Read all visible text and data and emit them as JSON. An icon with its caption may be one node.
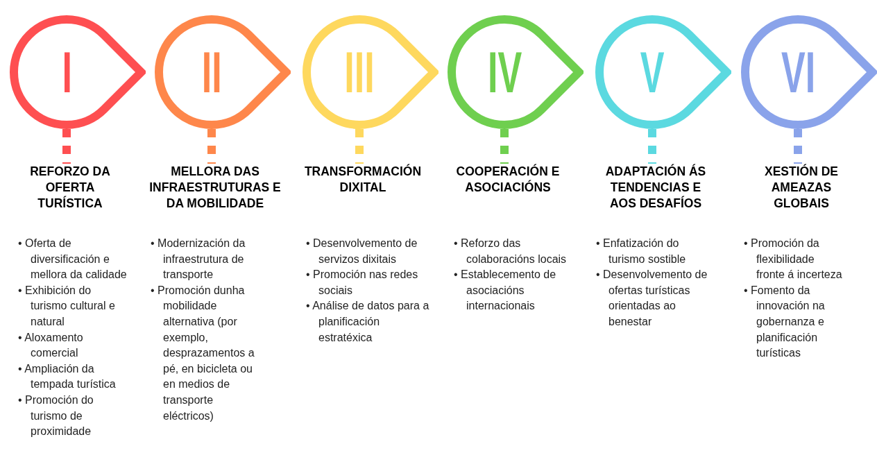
{
  "diagram": {
    "nodes": [
      {
        "text": [
          "I"
        ]
      },
      {
        "text": [
          "REFORZO DA OFERTA TURÍSTICA",
          "• Oferta de diversificación e mellora da calidade",
          "• Exhibición do turismo cultural e natural",
          "• Aloxamento comercial",
          "• Ampliación da tempada turística",
          "• Promoción do turismo de proximidade"
        ]
      },
      {
        "text": [
          "II"
        ]
      },
      {
        "text": [
          "MELLORA DAS INFRAESTRUTURAS E DA MOBILIDADE",
          "• Modernización da infraestrutura de transporte",
          "• Promoción dunha mobilidade alternativa (por exemplo, desprazamentos a pé, en bicicleta ou en medios de transporte eléctricos)"
        ]
      },
      {
        "text": [
          "III"
        ]
      },
      {
        "text": [
          "TRANSFORMACIÓN DIXITAL",
          "• Desenvolvemento de servizos dixitais",
          "• Promoción nas redes sociais",
          "• Análise de datos para a planificación estratéxica"
        ]
      },
      {
        "text": [
          "IV"
        ]
      },
      {
        "text": [
          "COOPERACIÓN E ASOCIACIÓNS",
          "• Reforzo das colaboracións locais",
          "• Establecemento de asociacións internacionais"
        ]
      },
      {
        "text": [
          "V"
        ]
      },
      {
        "text": [
          "ADAPTACIÓN ÁS TENDENCIAS E AOS DESAFÍOS",
          "• Enfatización do turismo sostible",
          "• Desenvolvemento de ofertas turísticas orientadas ao benestar"
        ]
      },
      {
        "text": [
          "VI"
        ]
      },
      {
        "text": [
          "XESTIÓN DE AMEAZAS GLOBAIS",
          "• Promoción da flexibilidade fronte á incerteza",
          "• Fomento da innovación na gobernanza e planificación turísticas"
        ]
      }
    ],
    "edges": [
      {
        "from": 0,
        "to": 1,
        "arrow": "none",
        "style": "dashed",
        "color": "#fe4f51"
      },
      {
        "from": 2,
        "to": 3,
        "arrow": "none",
        "style": "dashed",
        "color": "#fe874b"
      },
      {
        "from": 4,
        "to": 5,
        "arrow": "none",
        "style": "dashed",
        "color": "#fed85e"
      },
      {
        "from": 6,
        "to": 7,
        "arrow": "none",
        "style": "dashed",
        "color": "#6fcf4f"
      },
      {
        "from": 8,
        "to": 9,
        "arrow": "none",
        "style": "dashed",
        "color": "#5bd9e0"
      },
      {
        "from": 10,
        "to": 11,
        "arrow": "none",
        "style": "dashed",
        "color": "#8aa3ea"
      }
    ]
  }
}
